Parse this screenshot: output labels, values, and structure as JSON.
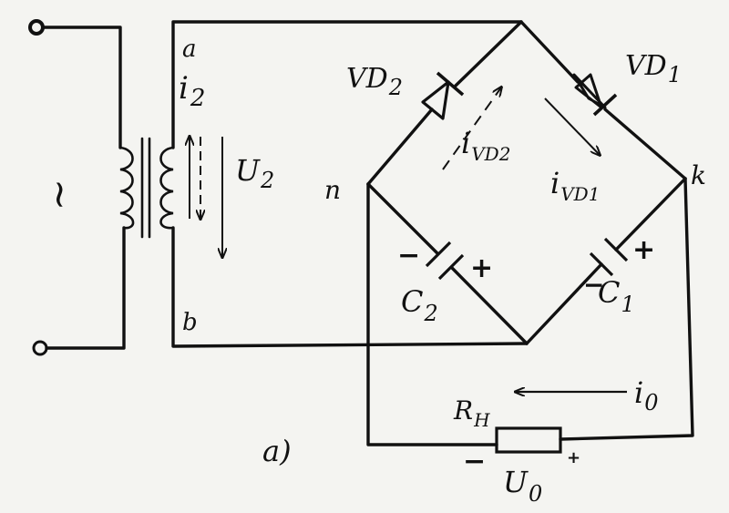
{
  "labels": {
    "node_a": "a",
    "node_b": "b",
    "node_n": "n",
    "node_k": "k",
    "ac_symbol": "~",
    "i2_main": "i",
    "i2_sub": "2",
    "u2_main": "U",
    "u2_sub": "2",
    "vd2_main": "VD",
    "vd2_sub": "2",
    "vd1_main": "VD",
    "vd1_sub": "1",
    "ivd2_main": "i",
    "ivd2_sub": "VD2",
    "ivd1_main": "i",
    "ivd1_sub": "VD1",
    "c2_main": "C",
    "c2_sub": "2",
    "c1_main": "C",
    "c1_sub": "1",
    "c2_minus": "−",
    "c2_plus": "+",
    "c1_minus": "−",
    "c1_plus": "+",
    "rh_main": "R",
    "rh_sub": "H",
    "i0_main": "i",
    "i0_sub": "0",
    "u0_main": "U",
    "u0_sub": "0",
    "load_minus": "−",
    "load_plus": "+",
    "fig_label": "a)"
  }
}
